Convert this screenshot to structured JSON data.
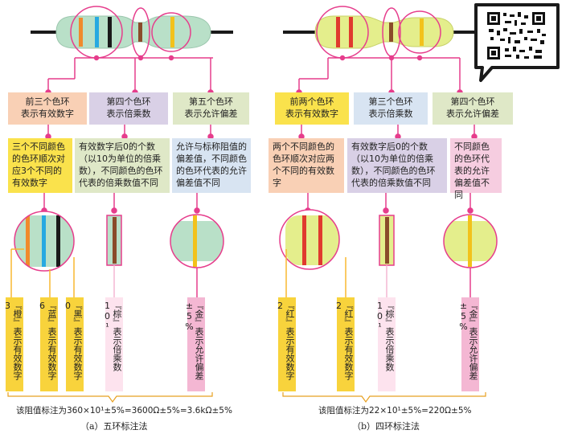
{
  "colors": {
    "pink": "#e63d8c",
    "five_body": "#b9e0c8",
    "four_body": "#e4ee8c",
    "orange_box": "#f9d0b5",
    "yellow_box": "#fae24c",
    "purple_box": "#d9d0e6",
    "lavender_box": "#d8e4f2",
    "green_box": "#dfe8c7",
    "pinkish_box": "#f6cde0",
    "label_yellow": "#f8d33c",
    "label_pink": "#f4b7d3"
  },
  "five_band": {
    "box_sig_header": "前三个色环\n表示有效数字",
    "box_mult_header": "第四个色环\n表示倍乘数",
    "box_tol_header": "第五个色环\n表示允许偏差",
    "box_sig_detail": "三个不同颜色的色环顺次对应3个不同的有效数字",
    "box_mult_detail": "有效数字后0的个数（以10为单位的倍乘数），不同颜色的色环代表的倍乘数值不同",
    "box_tol_detail": "允许与标称阻值的偏差值，不同颜色的色环代表的允许偏差值不同",
    "labels": [
      "『橙』表示有效数字3",
      "『蓝』表示有效数字6",
      "『黑』表示有效数字0",
      "『棕』表示倍乘数10¹",
      "『金』表示允许偏差±5%"
    ],
    "formula": "该阻值标注为360×10¹±5%=3600Ω±5%=3.6kΩ±5%",
    "caption": "（a）五环标注法"
  },
  "four_band": {
    "box_sig_header": "前两个色环\n表示有效数字",
    "box_mult_header": "第三个色环\n表示倍乘数",
    "box_tol_header": "第四个色环\n表示允许偏差",
    "box_sig_detail": "两个不同颜色的色环顺次对应两个不同的有效数字",
    "box_mult_detail": "有效数字后0的个数（以10为单位的倍乘数），不同颜色的色环代表的倍乘数值不同",
    "box_tol_detail": "不同颜色的色环代表的允许偏差值不同",
    "labels": [
      "『红』表示有效数字2",
      "『红』表示有效数字2",
      "『棕』表示倍乘数10¹",
      "『金』表示允许偏差±5%"
    ],
    "formula": "该阻值标注为22×10¹±5%=220Ω±5%",
    "caption": "（b）四环标注法"
  }
}
